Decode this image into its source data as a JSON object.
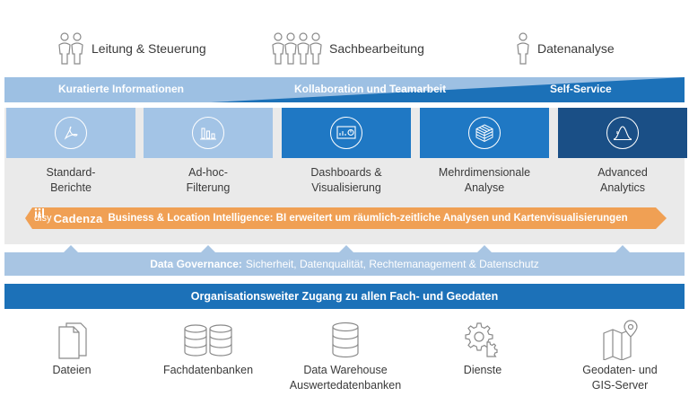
{
  "roles": [
    {
      "label": "Leitung & Steuerung",
      "icon": "two-persons-icon"
    },
    {
      "label": "Sachbearbeitung",
      "icon": "group-persons-icon"
    },
    {
      "label": "Datenanalyse",
      "icon": "person-icon"
    }
  ],
  "band": {
    "left": "Kuratierte Informationen",
    "middle": "Kollaboration und Teamarbeit",
    "right": "Self-Service",
    "colors": {
      "light": "#9dc0e3",
      "dark": "#1c71b8"
    }
  },
  "columns": [
    {
      "title_line1": "Standard-",
      "title_line2": "Berichte",
      "icon": "pdf-document-icon",
      "color": "#a3c4e6"
    },
    {
      "title_line1": "Ad-hoc-",
      "title_line2": "Filterung",
      "icon": "bar-chart-icon",
      "color": "#a3c4e6"
    },
    {
      "title_line1": "Dashboards &",
      "title_line2": "Visualisierung",
      "icon": "dashboard-icon",
      "color": "#1f78c4"
    },
    {
      "title_line1": "Mehrdimensionale",
      "title_line2": "Analyse",
      "icon": "cube-icon",
      "color": "#1f78c4"
    },
    {
      "title_line1": "Advanced",
      "title_line2": "Analytics",
      "icon": "bell-curve-icon",
      "color": "#1a4f86"
    }
  ],
  "arrow": {
    "logo_disy": "disy",
    "logo_cadenza": "Cadenza",
    "text": "Business & Location Intelligence: BI erweitert um räumlich-zeitliche Analysen und Kartenvisualisierungen",
    "color": "#f0a054"
  },
  "governance": {
    "title": "Data Governance:",
    "text": "Sicherheit, Datenqualität, Rechtemanagement & Datenschutz"
  },
  "access": {
    "text": "Organisationsweiter Zugang zu allen Fach- und Geodaten"
  },
  "sources": [
    {
      "line1": "Dateien",
      "line2": "",
      "icon": "files-icon"
    },
    {
      "line1": "Fachdatenbanken",
      "line2": "",
      "icon": "databases-icon"
    },
    {
      "line1": "Data Warehouse",
      "line2": "Auswertedatenbanken",
      "icon": "database-icon"
    },
    {
      "line1": "Dienste",
      "line2": "",
      "icon": "gears-icon"
    },
    {
      "line1": "Geodaten- und",
      "line2": "GIS-Server",
      "icon": "map-pin-icon"
    }
  ]
}
